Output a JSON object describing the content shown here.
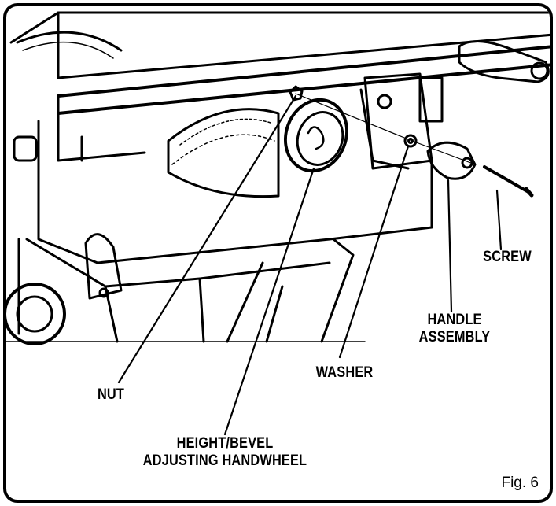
{
  "labels": {
    "screw": "SCREW",
    "handle_line1": "HANDLE",
    "handle_line2": "ASSEMBLY",
    "washer": "WASHER",
    "nut": "NUT",
    "handwheel_line1": "HEIGHT/BEVEL",
    "handwheel_line2": "ADJUSTING HANDWHEEL"
  },
  "figure_caption": "Fig. 6"
}
